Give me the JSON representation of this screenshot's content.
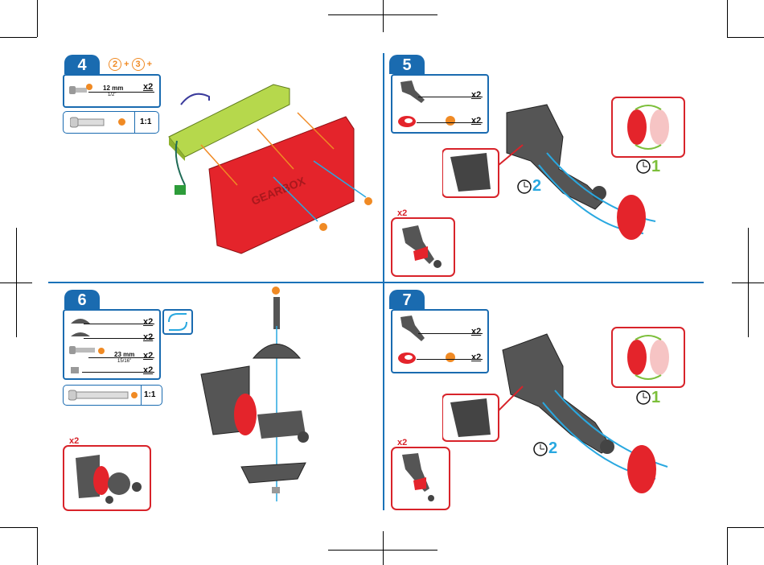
{
  "colors": {
    "accent_blue": "#1a6bb0",
    "red": "#d8232a",
    "orange": "#f08a24",
    "green": "#7cbf3a",
    "cyan": "#29a8e0"
  },
  "step4": {
    "number": "4",
    "prereq": {
      "a": "2",
      "plus1": "+",
      "b": "3",
      "plus2": "+"
    },
    "screw_length_mm": "12 mm",
    "screw_length_in": "1/2\"",
    "qty1": "x2",
    "scale": "1:1"
  },
  "step5": {
    "number": "5",
    "qty1": "x2",
    "qty2": "x2",
    "result_qty": "x2",
    "order1": "1",
    "order2": "2"
  },
  "step6": {
    "number": "6",
    "qty1": "x2",
    "qty2": "x2",
    "screw_length_mm": "23 mm",
    "screw_length_in": "15/16\"",
    "qty3": "x2",
    "qty4": "x2",
    "scale": "1:1",
    "result_qty": "x2"
  },
  "step7": {
    "number": "7",
    "qty1": "x2",
    "qty2": "x2",
    "result_qty": "x2",
    "order1": "1",
    "order2": "2"
  }
}
